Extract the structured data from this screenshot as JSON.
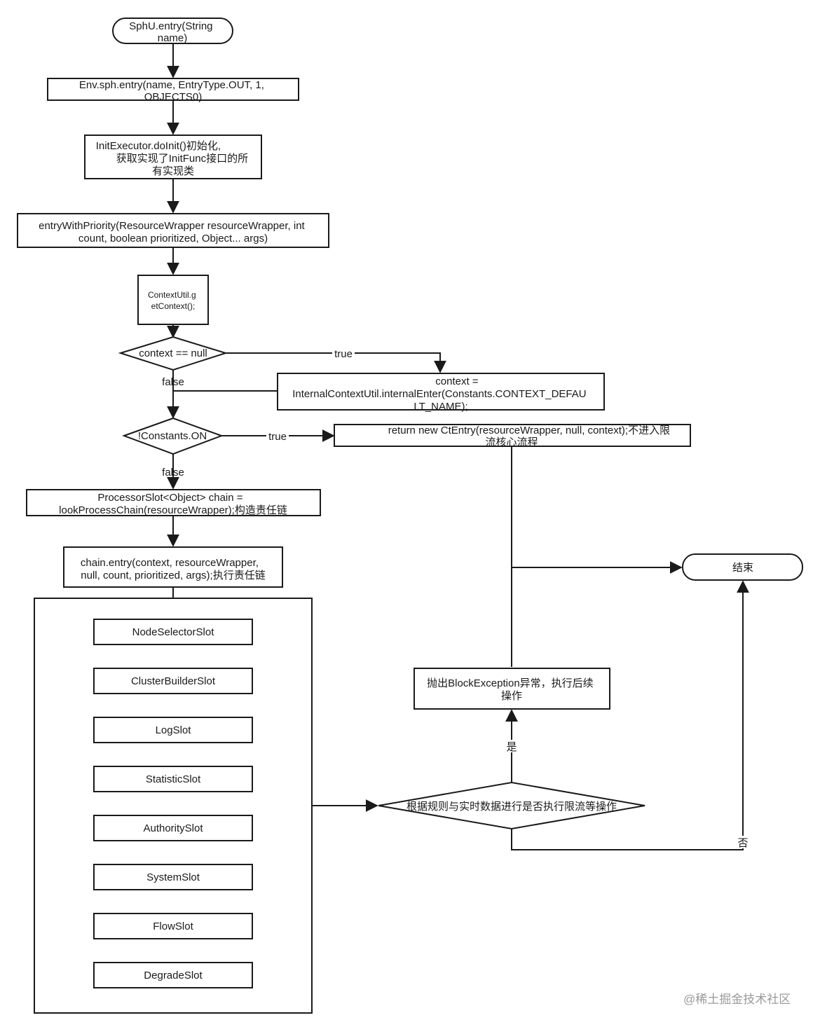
{
  "nodes": {
    "start": "SphU.entry(String name)",
    "env_entry": [
      "Env.sph.entry(name, EntryType.OUT, 1,",
      "OBJECTS0)"
    ],
    "init": [
      "InitExecutor.doInit()初始化,",
      "获取实现了InitFunc接口的所",
      "有实现类"
    ],
    "entry_with_priority": [
      "entryWithPriority(ResourceWrapper resourceWrapper, int",
      "count, boolean prioritized, Object... args)"
    ],
    "get_context": [
      "ContextUtil.g",
      "etContext();"
    ],
    "context_null": "context == null",
    "internal_enter": [
      "context =",
      "InternalContextUtil.internalEnter(Constants.CONTEXT_DEFAU",
      "LT_NAME);"
    ],
    "constants_on": "!Constants.ON",
    "return_ctentry": [
      "return new CtEntry(resourceWrapper, null, context);不进入限",
      "流核心流程"
    ],
    "lookup_chain": [
      "ProcessorSlot<Object> chain =",
      "lookProcessChain(resourceWrapper);构造责任链"
    ],
    "chain_entry": [
      "chain.entry(context, resourceWrapper,",
      "null, count, prioritized, args);执行责任链"
    ],
    "slots": [
      "NodeSelectorSlot",
      "ClusterBuilderSlot",
      "LogSlot",
      "StatisticSlot",
      "AuthoritySlot",
      "SystemSlot",
      "FlowSlot",
      "DegradeSlot"
    ],
    "rule_check": "根据规则与实时数据进行是否执行限流等操作",
    "block_exception": [
      "抛出BlockException异常，执行后续",
      "操作"
    ],
    "end": "结束"
  },
  "edge_labels": {
    "true1": "true",
    "false1": "false",
    "true2": "true",
    "false2": "false",
    "yes": "是",
    "no": "否"
  },
  "watermark": "@稀土掘金技术社区"
}
